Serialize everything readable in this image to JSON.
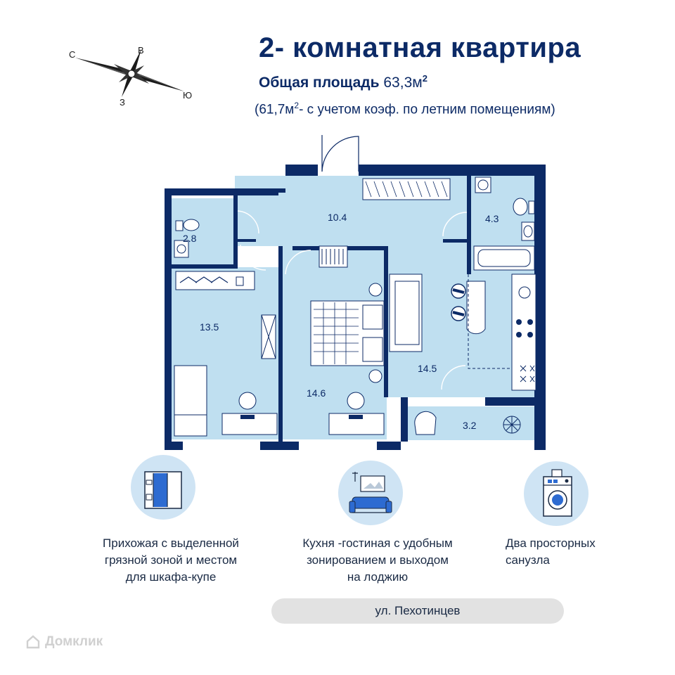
{
  "header": {
    "title": "2- комнатная  квартира",
    "area_label": "Общая площадь",
    "area_value": "63,3м",
    "area_sup": "2",
    "note_pre": "(61,7м",
    "note_sup": "2",
    "note_post": "- с учетом коэф. по летним помещениям)"
  },
  "compass": {
    "north": "С",
    "east": "В",
    "south": "Ю",
    "west": "З"
  },
  "rooms": [
    {
      "id": "bathroom-small",
      "area": "2.8"
    },
    {
      "id": "hallway",
      "area": "10.4"
    },
    {
      "id": "bathroom-large",
      "area": "4.3"
    },
    {
      "id": "bedroom-left",
      "area": "13.5"
    },
    {
      "id": "bedroom-middle",
      "area": "14.6"
    },
    {
      "id": "kitchen-living",
      "area": "14.5"
    },
    {
      "id": "loggia",
      "area": "3.2"
    }
  ],
  "features": [
    {
      "icon": "wardrobe-icon",
      "lines": [
        "Прихожая с выделенной",
        "грязной зоной  и местом",
        "для шкафа-купе"
      ]
    },
    {
      "icon": "sofa-icon",
      "lines": [
        "Кухня -гостиная с удобным",
        "зонированием и выходом",
        "на лоджию"
      ]
    },
    {
      "icon": "washing-machine-icon",
      "lines": [
        "Два просторных",
        "санузла"
      ]
    }
  ],
  "street": "ул. Пехотинцев",
  "watermark": "Домклик",
  "colors": {
    "wall": "#0c2a66",
    "room_fill": "#bfdff0",
    "accent_blue": "#2d6bd1",
    "icon_bg": "#cfe4f4"
  }
}
